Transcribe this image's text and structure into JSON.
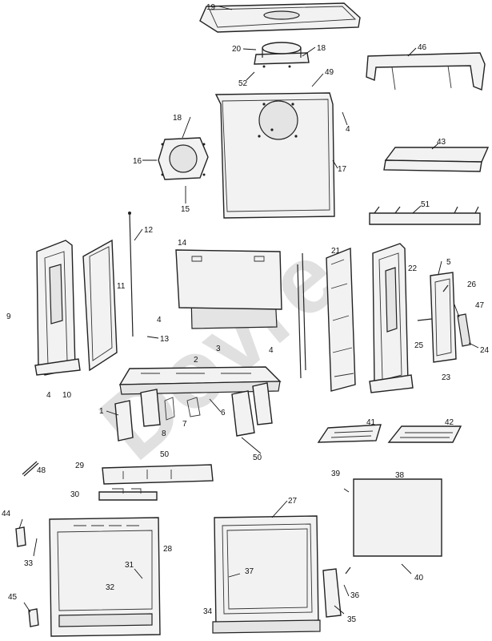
{
  "watermark": "Dovre",
  "callouts": [
    {
      "id": "c19",
      "label": "19"
    },
    {
      "id": "c20",
      "label": "20"
    },
    {
      "id": "c18a",
      "label": "18"
    },
    {
      "id": "c52",
      "label": "52"
    },
    {
      "id": "c49",
      "label": "49"
    },
    {
      "id": "c46",
      "label": "46"
    },
    {
      "id": "c4a",
      "label": "4"
    },
    {
      "id": "c18b",
      "label": "18"
    },
    {
      "id": "c16",
      "label": "16"
    },
    {
      "id": "c15",
      "label": "15"
    },
    {
      "id": "c17",
      "label": "17"
    },
    {
      "id": "c43",
      "label": "43"
    },
    {
      "id": "c51",
      "label": "51"
    },
    {
      "id": "c12",
      "label": "12"
    },
    {
      "id": "c14",
      "label": "14"
    },
    {
      "id": "c21",
      "label": "21"
    },
    {
      "id": "c22",
      "label": "22"
    },
    {
      "id": "c5",
      "label": "5"
    },
    {
      "id": "c26",
      "label": "26"
    },
    {
      "id": "c9",
      "label": "9"
    },
    {
      "id": "c11",
      "label": "11"
    },
    {
      "id": "c4b",
      "label": "4"
    },
    {
      "id": "c13",
      "label": "13"
    },
    {
      "id": "c3",
      "label": "3"
    },
    {
      "id": "c4c",
      "label": "4"
    },
    {
      "id": "c47",
      "label": "47"
    },
    {
      "id": "c25",
      "label": "25"
    },
    {
      "id": "c24",
      "label": "24"
    },
    {
      "id": "c2",
      "label": "2"
    },
    {
      "id": "c23",
      "label": "23"
    },
    {
      "id": "c4d",
      "label": "4"
    },
    {
      "id": "c10",
      "label": "10"
    },
    {
      "id": "c1",
      "label": "1"
    },
    {
      "id": "c6",
      "label": "6"
    },
    {
      "id": "c7",
      "label": "7"
    },
    {
      "id": "c8",
      "label": "8"
    },
    {
      "id": "c41",
      "label": "41"
    },
    {
      "id": "c42",
      "label": "42"
    },
    {
      "id": "c50a",
      "label": "50"
    },
    {
      "id": "c50b",
      "label": "50"
    },
    {
      "id": "c48",
      "label": "48"
    },
    {
      "id": "c29",
      "label": "29"
    },
    {
      "id": "c39",
      "label": "39"
    },
    {
      "id": "c38",
      "label": "38"
    },
    {
      "id": "c30",
      "label": "30"
    },
    {
      "id": "c27",
      "label": "27"
    },
    {
      "id": "c44",
      "label": "44"
    },
    {
      "id": "c28",
      "label": "28"
    },
    {
      "id": "c33",
      "label": "33"
    },
    {
      "id": "c31",
      "label": "31"
    },
    {
      "id": "c37",
      "label": "37"
    },
    {
      "id": "c40",
      "label": "40"
    },
    {
      "id": "c32",
      "label": "32"
    },
    {
      "id": "c36",
      "label": "36"
    },
    {
      "id": "c45",
      "label": "45"
    },
    {
      "id": "c34",
      "label": "34"
    },
    {
      "id": "c35",
      "label": "35"
    }
  ]
}
